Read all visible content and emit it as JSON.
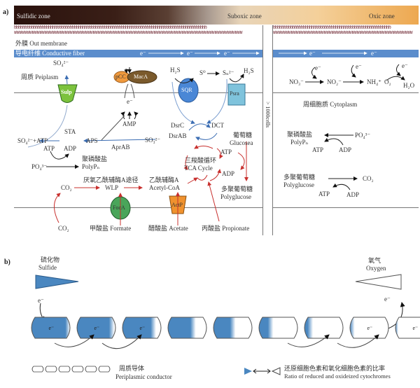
{
  "panel_a": {
    "label": "a)",
    "zones": {
      "sulfidic": "Sulfidic zone",
      "suboxic": "Suboxic zone",
      "oxic": "Oxic zone"
    },
    "out_membrane": "外膜 Out membrane",
    "conductive_fiber": "导电纤维 Conductive fiber",
    "fiber_e_labels": [
      "e⁻",
      "e⁻",
      "e⁻",
      "e⁻",
      "e⁻"
    ],
    "periplasm": "周质 Peiplasm",
    "cytoplasm": "周细胞质 Cytoplasm",
    "cells_label": "> 1000cells",
    "proteins": {
      "sulp": "Sulp",
      "pcc": "pCC",
      "maca": "MacA",
      "sqr": "SQR",
      "psra": "Psra",
      "foca": "FocA",
      "actp": "ActP"
    },
    "left": {
      "so4_top": "SO₄²⁻",
      "h2s_1": "H₂S",
      "s0": "S⁰",
      "sn": "Sₙ²⁻",
      "h2s_2": "H₂S",
      "e_label": "e⁻",
      "amp": "AMP",
      "dsrc": "DsrC",
      "dct": "DCT",
      "dsrab": "DsrAB",
      "sta": "STA",
      "so4_atp": "SO₄²⁻+ATP",
      "aps": "APS",
      "aprab": "AprAB",
      "so3": "SO₃²⁻",
      "atp1": "ATP",
      "adp1": "ADP",
      "polyp_cn": "聚磷酸盐",
      "polyp_en": "PolyPₙ",
      "po4": "PO₄³⁻",
      "wlp_cn": "厌氧乙酰辅酶A途径",
      "co2_1": "CO₂",
      "wlp": "WLP",
      "acetyl_cn": "乙酰辅酶A",
      "acetyl_en": "Acetyl-CoA",
      "tca_cn": "三羧酸循环",
      "tca_en": "TCA Cycle",
      "glucose_cn": "葡萄糖",
      "glucose_en": "Glucosea",
      "atp2": "ATP",
      "adp2": "ADP",
      "polyglucose_cn": "多聚葡萄糖",
      "polyglucose_en": "Polyglucose",
      "co2_2": "CO₂",
      "formate": "甲酸盐 Formate",
      "acetate": "醋酸盐 Acetate",
      "propionate": "丙酸盐 Propionate"
    },
    "right": {
      "no3": "NO₃⁻",
      "no2": "NO₂⁻",
      "nh4": "NH₄⁺",
      "o2": "O₂",
      "h2o": "H₂O",
      "e_labels": [
        "e⁻",
        "e⁻",
        "e⁻"
      ],
      "polyp_cn": "聚磷酸盐",
      "polyp_en": "PolyPₙ",
      "po4": "PO₄³⁻",
      "atp1": "ATP",
      "adp1": "ADP",
      "polyglucose_cn": "多聚葡萄糖",
      "polyglucose_en": "Polyglucose",
      "co2": "CO₂",
      "atp2": "ATP",
      "adp2": "ADP"
    }
  },
  "panel_b": {
    "label": "b)",
    "sulfide_cn": "硫化物",
    "sulfide_en": "Sulfide",
    "oxygen_cn": "氧气",
    "oxygen_en": "Oxygen",
    "e_in": "e⁻",
    "e_out": "e⁻",
    "segment_e_labels": [
      "e⁻",
      "e⁻",
      "e⁻",
      "e⁻",
      "e⁻"
    ],
    "reduced_fraction_per_segment": [
      1.0,
      0.95,
      0.85,
      0.7,
      0.55,
      0.35,
      0.2,
      0.1,
      0.05
    ],
    "legend": {
      "conductor_cn": "周质导体",
      "conductor_en": "Periplasmic conductor",
      "ratio_cn": "还原细胞色素和氧化细胞色素的比率",
      "ratio_en": "Ratio of reduced and oxideized cytochromes"
    },
    "colors": {
      "reduced": "#4a87c0",
      "oxidized": "#ffffff"
    }
  }
}
